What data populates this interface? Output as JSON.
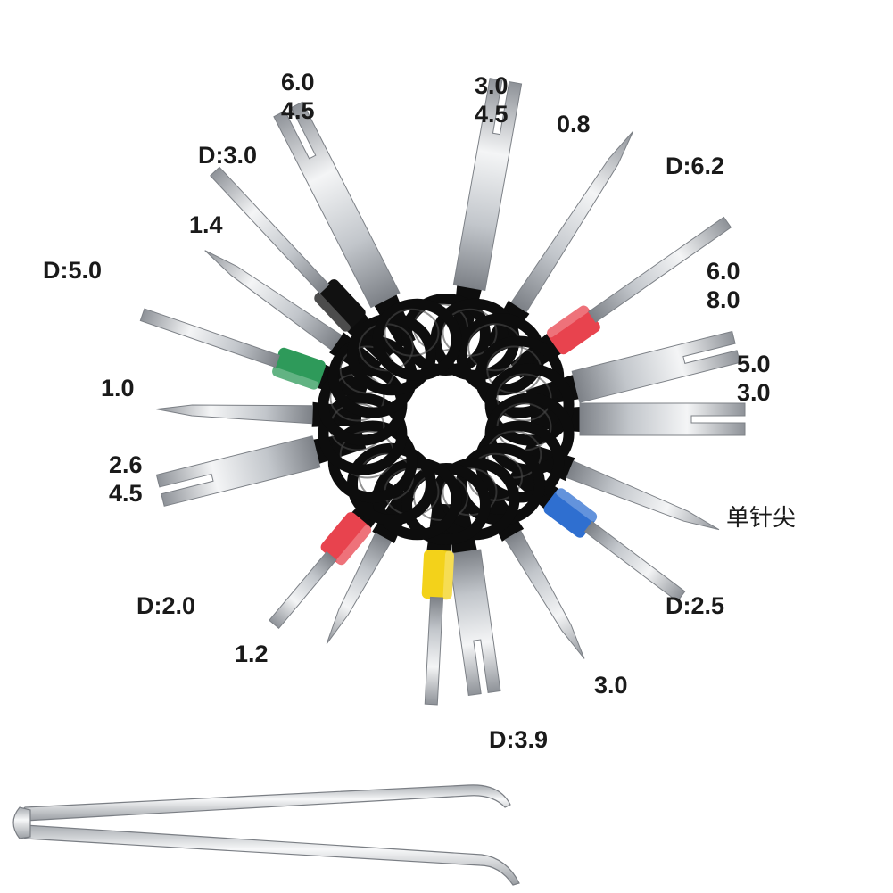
{
  "labels": {
    "l1_a": "6.0",
    "l1_b": "4.5",
    "l2_a": "3.0",
    "l2_b": "4.5",
    "l3": "0.8",
    "l4": "D:3.0",
    "l5": "D:6.2",
    "l6": "1.4",
    "l7": "D:5.0",
    "l8_a": "6.0",
    "l8_b": "8.0",
    "l9_a": "5.0",
    "l9_b": "3.0",
    "l10": "1.0",
    "l11_a": "2.6",
    "l11_b": "4.5",
    "l12": "单针尖",
    "l13": "D:2.0",
    "l14": "D:2.5",
    "l15": "1.2",
    "l16": "3.0",
    "l17": "D:3.9"
  },
  "colors": {
    "sleeve_red": "#e8434e",
    "sleeve_green": "#2e9a5a",
    "sleeve_blue": "#2f6fd0",
    "sleeve_yellow": "#f3d21a",
    "sleeve_black": "#111111",
    "ring": "#0d0d0d",
    "steel": "#c9ccd0"
  }
}
